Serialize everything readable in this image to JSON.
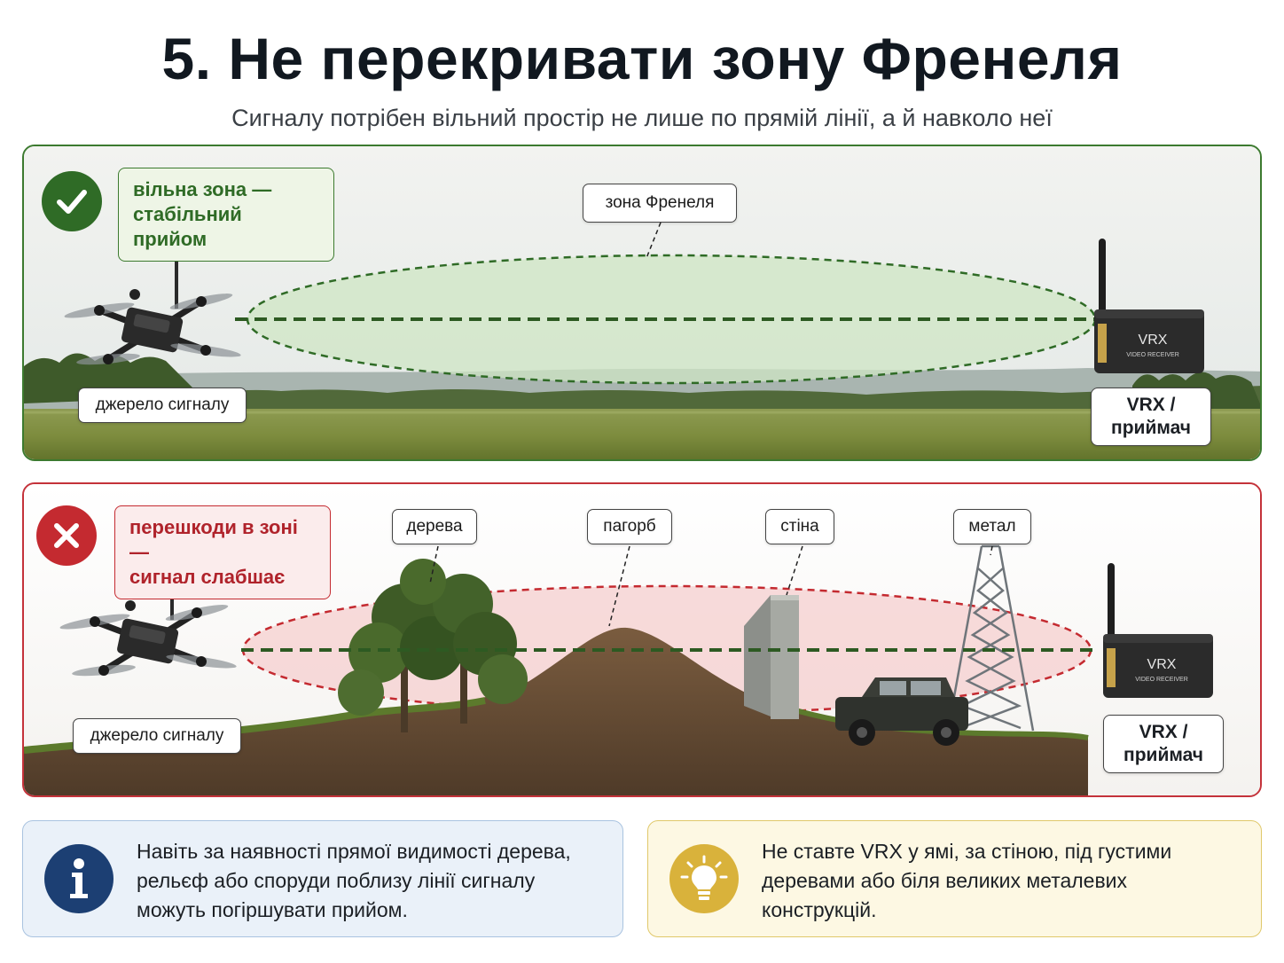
{
  "header": {
    "title": "5. Не перекривати зону Френеля",
    "subtitle": "Сигналу потрібен вільний простір не лише по прямій лінії, а й навколо неї"
  },
  "good_panel": {
    "status_line1": "вільна зона —",
    "status_line2": "стабільний прийом",
    "zone_label": "зона Френеля",
    "source_label": "джерело сигналу",
    "vrx_line1": "VRX /",
    "vrx_line2": "приймач",
    "device_brand": "VRX",
    "device_caption": "VIDEO RECEIVER",
    "status_icon": "check-icon",
    "accent_color": "#2f6b26"
  },
  "bad_panel": {
    "status_line1": "перешкоди в зоні —",
    "status_line2": "сигнал слабшає",
    "obstacles": [
      "дерева",
      "пагорб",
      "стіна",
      "метал"
    ],
    "source_label": "джерело сигналу",
    "vrx_line1": "VRX /",
    "vrx_line2": "приймач",
    "device_brand": "VRX",
    "device_caption": "VIDEO RECEIVER",
    "status_icon": "cross-icon",
    "accent_color": "#c42a30"
  },
  "notes": {
    "info": {
      "icon": "info-icon",
      "lines": [
        "Навіть за наявності прямої видимості дерева,",
        "рельєф або споруди поблизу лінії сигналу",
        "можуть погіршувати прийом."
      ]
    },
    "tip": {
      "icon": "lightbulb-icon",
      "lines": [
        "Не ставте VRX у ямі, за стіною, під густими",
        "деревами або біля великих металевих",
        "конструкцій."
      ]
    }
  }
}
